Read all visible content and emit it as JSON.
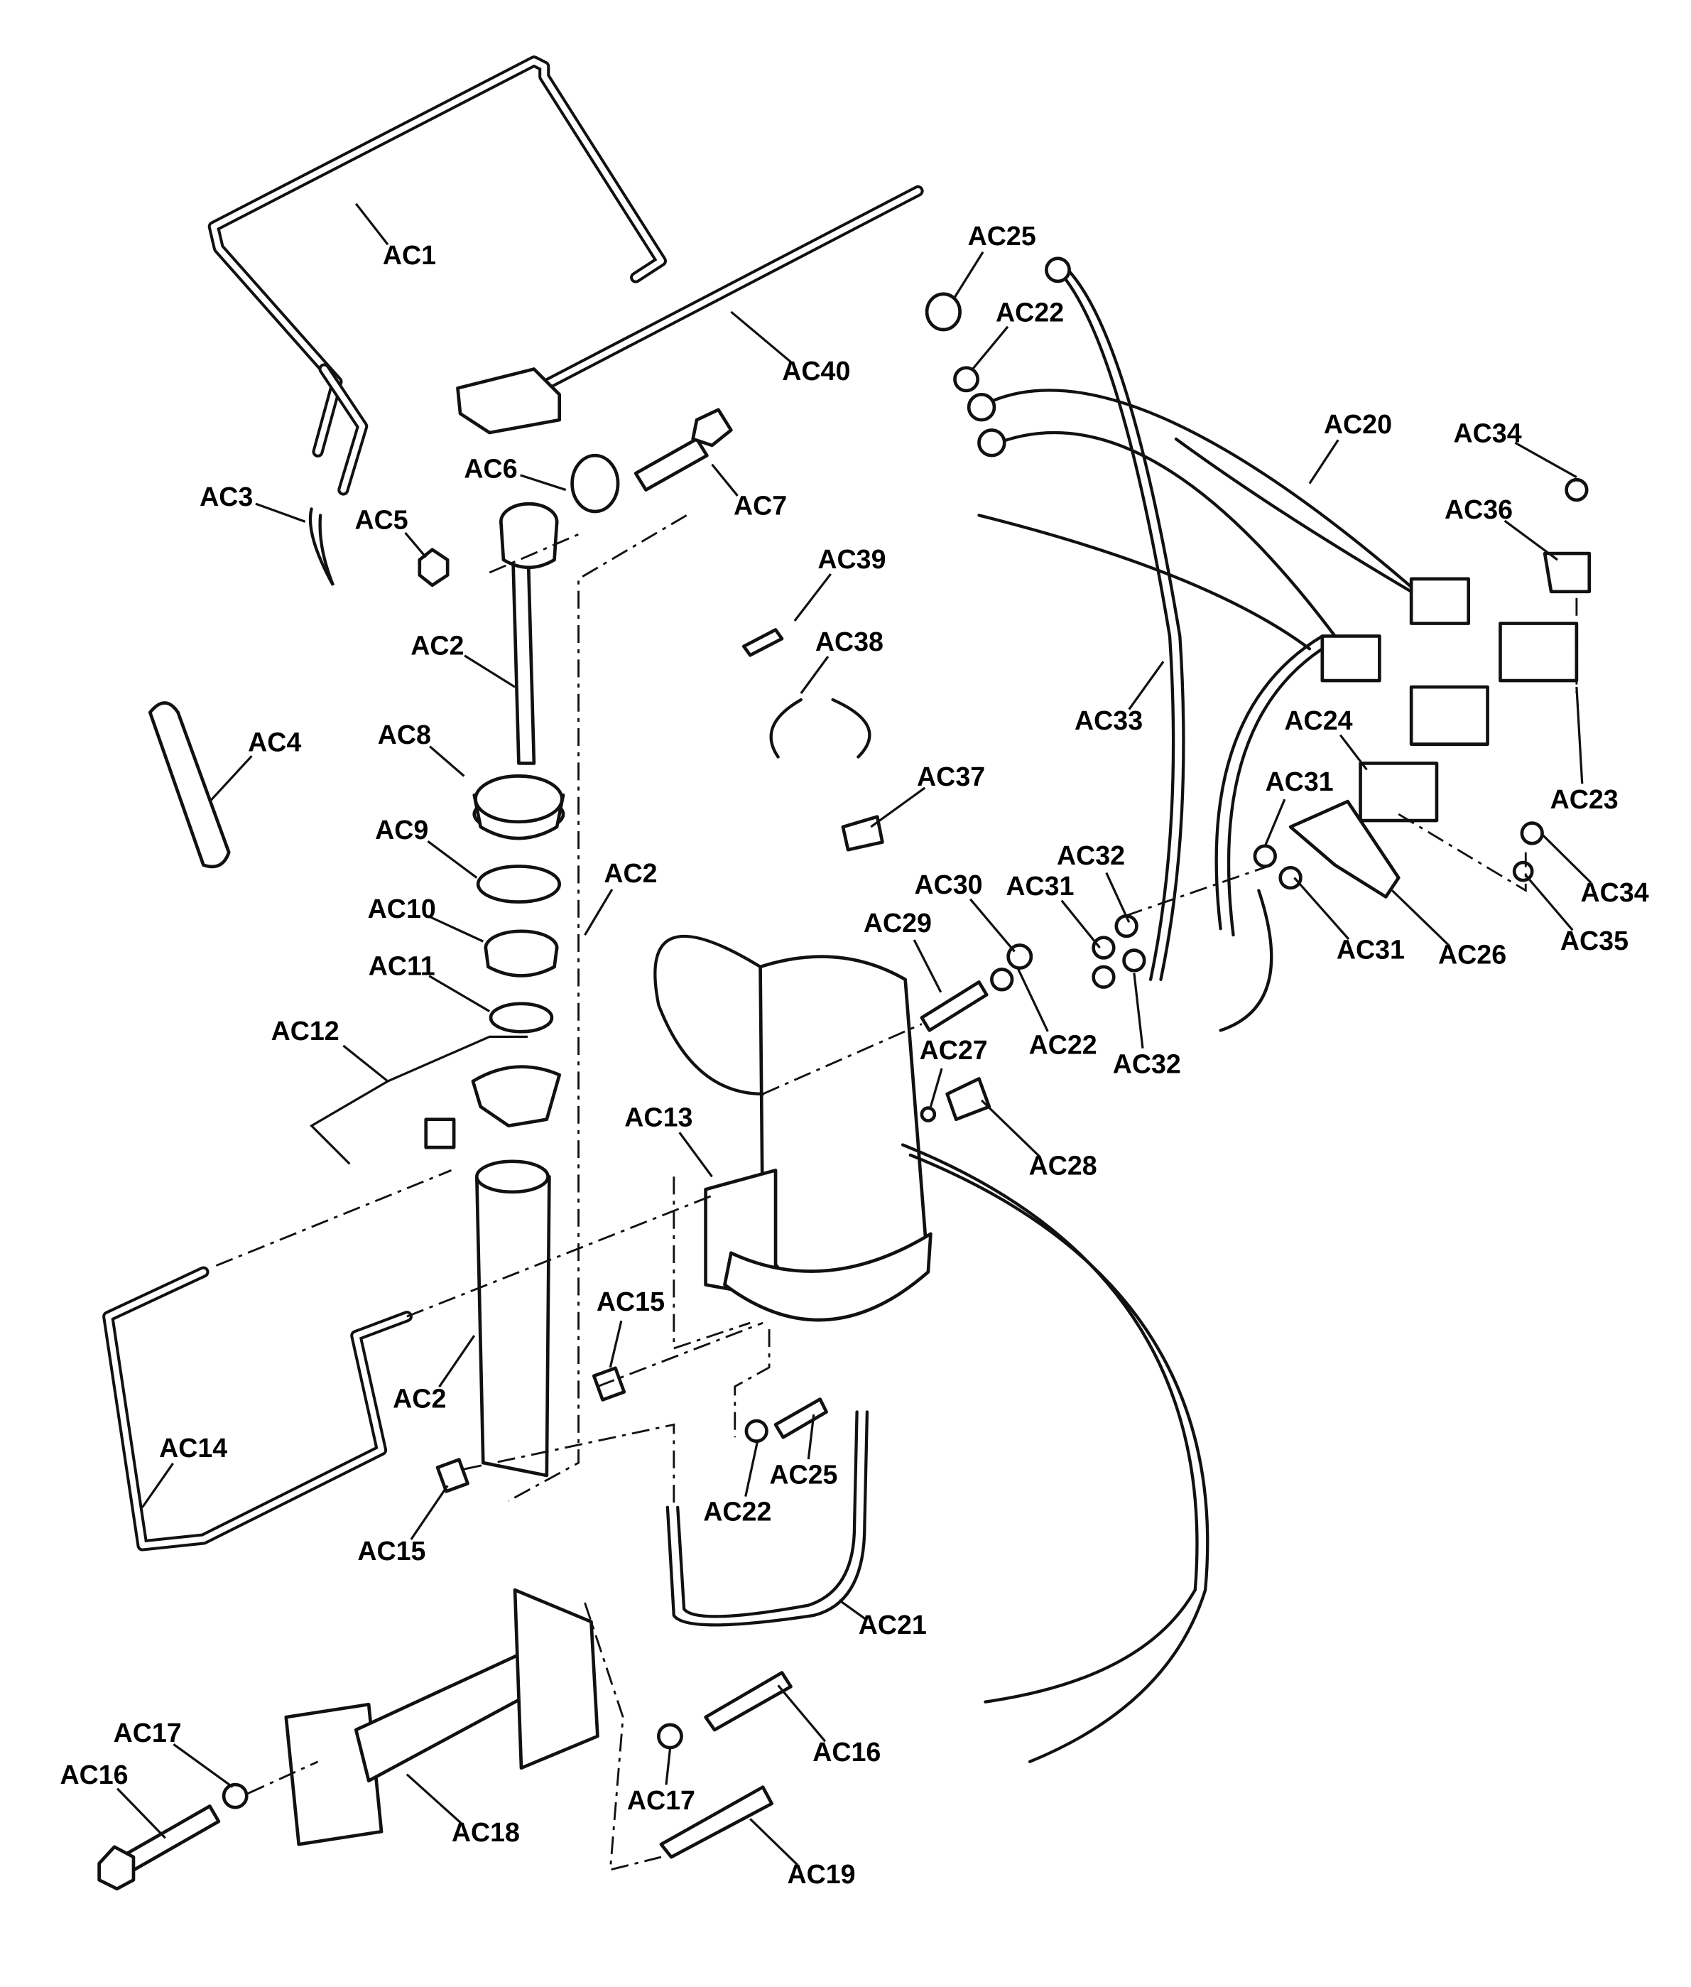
{
  "diagram": {
    "type": "exploded parts diagram",
    "labels": [
      "AC1",
      "AC40",
      "AC25",
      "AC22",
      "AC20",
      "AC34",
      "AC36",
      "AC3",
      "AC5",
      "AC6",
      "AC7",
      "AC39",
      "AC38",
      "AC2",
      "AC4",
      "AC8",
      "AC33",
      "AC24",
      "AC37",
      "AC23",
      "AC9",
      "AC2",
      "AC10",
      "AC31",
      "AC32",
      "AC30",
      "AC31",
      "AC29",
      "AC34",
      "AC35",
      "AC31",
      "AC26",
      "AC11",
      "AC12",
      "AC22",
      "AC32",
      "AC27",
      "AC13",
      "AC28",
      "AC15",
      "AC2",
      "AC14",
      "AC25",
      "AC22",
      "AC15",
      "AC21",
      "AC17",
      "AC16",
      "AC16",
      "AC17",
      "AC18",
      "AC19"
    ]
  }
}
